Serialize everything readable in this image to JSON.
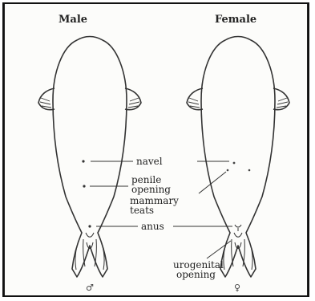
{
  "diagram": {
    "titles": {
      "male": "Male",
      "female": "Female"
    },
    "labels": {
      "navel": "navel",
      "penile": [
        "penile",
        "opening"
      ],
      "mammary": [
        "mammary",
        "teats"
      ],
      "anus": "anus",
      "urogenital": [
        "urogenital",
        "opening"
      ]
    },
    "symbols": {
      "male": "♂",
      "female": "♀"
    },
    "colors": {
      "ink": "#222222",
      "background": "#fcfcfa",
      "frame": "#111111"
    }
  }
}
